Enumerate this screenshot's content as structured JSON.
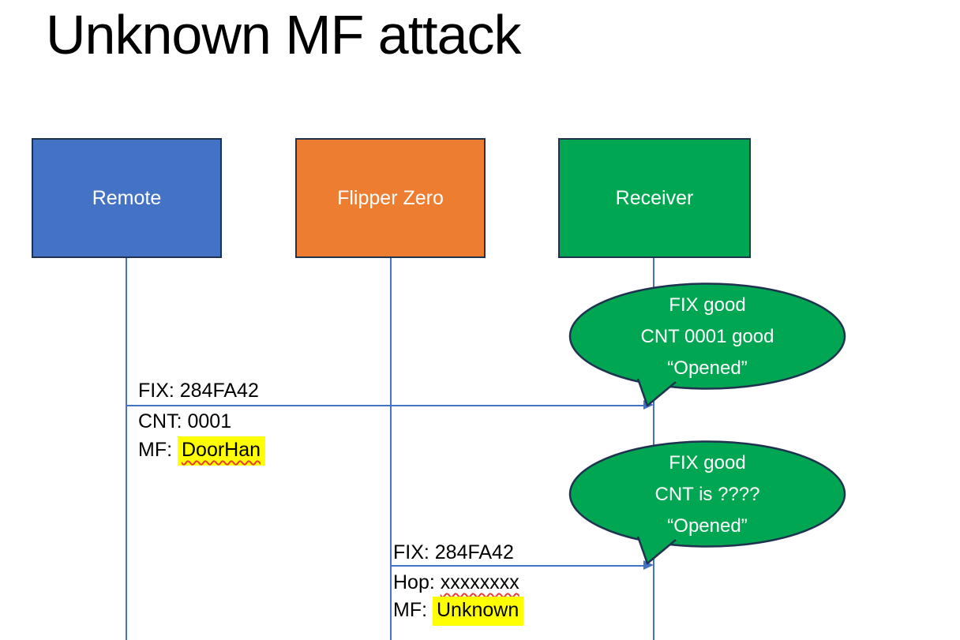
{
  "slide": {
    "title": "Unknown MF attack",
    "background": "#FFFFFF"
  },
  "actors": [
    {
      "label": "Remote",
      "fill": "#4472C4"
    },
    {
      "label": "Flipper Zero",
      "fill": "#ED7D31"
    },
    {
      "label": "Receiver",
      "fill": "#00A651"
    }
  ],
  "messages": [
    {
      "from": "Remote",
      "to": "Receiver",
      "label_above": "FIX: 284FA42",
      "label_below_1": "CNT: 0001",
      "label_below_2_prefix": "MF: ",
      "label_below_2_value": "DoorHan",
      "label_below_2_highlighted": true,
      "label_below_2_spellcheck_underline": true
    },
    {
      "from": "Flipper Zero",
      "to": "Receiver",
      "label_above": "FIX: 284FA42",
      "label_below_1_prefix": "Hop: ",
      "label_below_1_value": "xxxxxxxx",
      "label_below_1_spellcheck_underline": true,
      "label_below_2_prefix": "MF: ",
      "label_below_2_value": "Unknown",
      "label_below_2_highlighted": true
    }
  ],
  "callouts": [
    {
      "line1": "FIX good",
      "line2": "CNT 0001 good",
      "line3": "“Opened”"
    },
    {
      "line1": "FIX good",
      "line2": "CNT is ????",
      "line3": "“Opened”"
    }
  ],
  "colors": {
    "actor_remote_fill": "#4472C4",
    "actor_flipper_fill": "#ED7D31",
    "actor_receiver_fill": "#00A651",
    "shape_border": "#1F3250",
    "connector_blue": "#4472C4",
    "callout_fill": "#00A651",
    "callout_text": "#FFFFFF",
    "highlight_yellow": "#FFFF00",
    "spellcheck_red": "#E8402F",
    "label_text": "#000000",
    "title_text": "#000000"
  }
}
